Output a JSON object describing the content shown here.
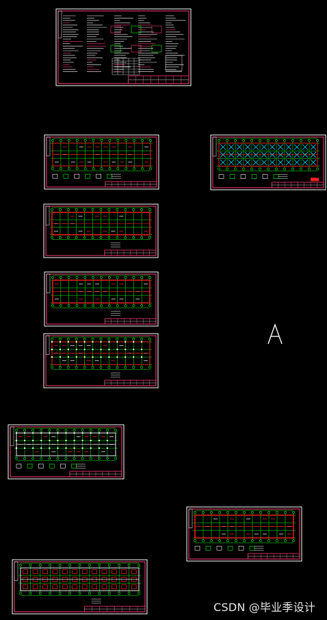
{
  "canvas": {
    "background": "#000000"
  },
  "colors": {
    "frame": "#ffffff",
    "border": "#ff3c78",
    "grid": "#00ff00",
    "wall": "#ff2020",
    "dim": "#00e0ff",
    "title_block": "#ff3c78",
    "text": "#ffffff"
  },
  "sheets": [
    {
      "id": "cover-notes",
      "kind": "notes"
    },
    {
      "id": "plan-1",
      "kind": "plan-detail"
    },
    {
      "id": "plan-2",
      "kind": "plan-red"
    },
    {
      "id": "plan-3",
      "kind": "plan-red"
    },
    {
      "id": "plan-4",
      "kind": "plan-mixed"
    },
    {
      "id": "plan-5",
      "kind": "plan-frame"
    },
    {
      "id": "plan-6",
      "kind": "plan-foundation"
    },
    {
      "id": "plan-7",
      "kind": "plan-roof"
    },
    {
      "id": "plan-8",
      "kind": "plan-blue"
    }
  ],
  "cursor_letter": "A",
  "watermark": "CSDN @毕业季设计"
}
